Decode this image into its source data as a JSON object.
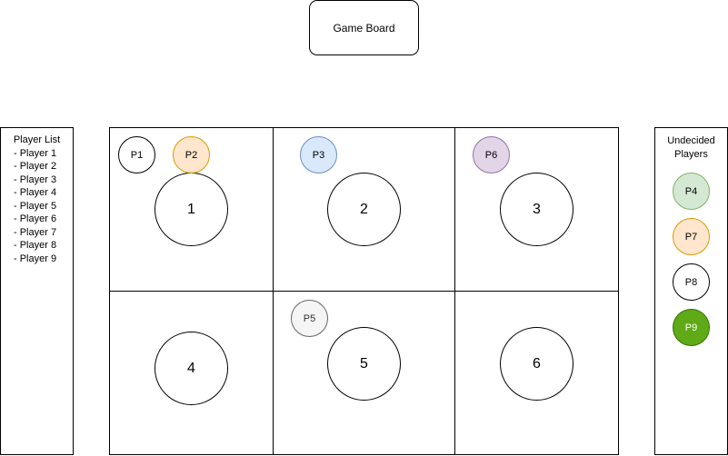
{
  "board": {
    "title": "Game Board",
    "cells": [
      "1",
      "2",
      "3",
      "4",
      "5",
      "6"
    ]
  },
  "player_list": {
    "heading": "Player List",
    "items": [
      "- Player 1",
      "- Player 2",
      "- Player 3",
      "- Player 4",
      "- Player 5",
      "- Player 6",
      "- Player 7",
      "- Player 8",
      "- Player 9"
    ]
  },
  "undecided": {
    "title_line1": "Undecided",
    "title_line2": "Players"
  },
  "tokens": [
    {
      "label": "P1",
      "fill": "#ffffff",
      "stroke": "#000000",
      "font": "#000000"
    },
    {
      "label": "P2",
      "fill": "#ffe6cc",
      "stroke": "#d79b00",
      "font": "#000000"
    },
    {
      "label": "P3",
      "fill": "#dae8fc",
      "stroke": "#6c8ebf",
      "font": "#000000"
    },
    {
      "label": "P6",
      "fill": "#e1d5e7",
      "stroke": "#9673a6",
      "font": "#000000"
    },
    {
      "label": "P5",
      "fill": "#f5f5f5",
      "stroke": "#666666",
      "font": "#333333"
    },
    {
      "label": "P4",
      "fill": "#d5e8d4",
      "stroke": "#82b366",
      "font": "#000000"
    },
    {
      "label": "P7",
      "fill": "#ffe6cc",
      "stroke": "#d79b00",
      "font": "#000000"
    },
    {
      "label": "P8",
      "fill": "#ffffff",
      "stroke": "#000000",
      "font": "#000000"
    },
    {
      "label": "P9",
      "fill": "#60a917",
      "stroke": "#2d7600",
      "font": "#ffffff"
    }
  ]
}
